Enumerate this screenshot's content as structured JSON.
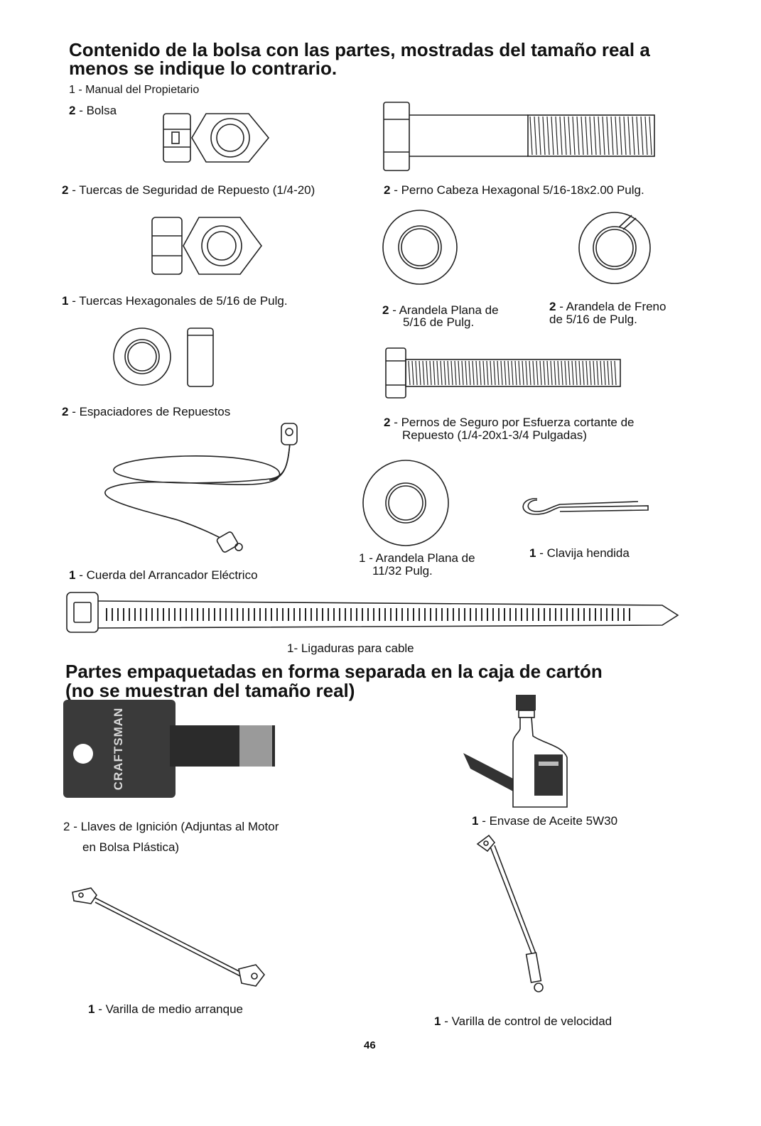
{
  "page": {
    "heading_bag": "Contenido de la bolsa con las partes, mostradas del tamaño real a menos se indique lo contrario.",
    "heading_box": "Partes empaquetadas en forma separada en la caja de cartón (no se muestran del tamaño real)",
    "page_number": "46"
  },
  "parts_bag": [
    {
      "qty": "1",
      "label": "- Manual del Propietario"
    },
    {
      "qty": "2",
      "label": "- Bolsa"
    },
    {
      "qty": "2",
      "label": "- Tuercas de Seguridad de Repuesto (1/4-20)"
    },
    {
      "qty": "2",
      "label": "- Perno Cabeza Hexagonal 5/16-18x2.00 Pulg."
    },
    {
      "qty": "1",
      "label": "- Tuercas Hexagonales de 5/16 de Pulg."
    },
    {
      "qty": "2",
      "label": "- Arandela Plana de",
      "label2": "5/16 de Pulg."
    },
    {
      "qty": "2",
      "label": "- Arandela de Freno",
      "label2": "de 5/16 de Pulg."
    },
    {
      "qty": "2",
      "label": "- Espaciadores de Repuestos"
    },
    {
      "qty": "2",
      "label": "- Pernos de Seguro por Esfuerza cortante de",
      "label2": "Repuesto (1/4-20x1-3/4 Pulgadas)"
    },
    {
      "qty": "1",
      "label": "- Cuerda del Arrancador Eléctrico"
    },
    {
      "qty": "1",
      "label": "- Arandela Plana de",
      "label2": "11/32 Pulg."
    },
    {
      "qty": "1",
      "label": "- Clavija hendida"
    },
    {
      "qty": "1",
      "label": "- Ligaduras para cable"
    }
  ],
  "parts_box": [
    {
      "qty": "2",
      "label": "- Llaves de Ignición (Adjuntas al Motor",
      "label2": "en Bolsa Plástica)"
    },
    {
      "qty": "1",
      "label": "- Envase de Aceite 5W30"
    },
    {
      "qty": "1",
      "label": "- Varilla de medio arranque"
    },
    {
      "qty": "1",
      "label": "- Varilla de control de velocidad"
    }
  ],
  "key_brand": "CRAFTSMAN"
}
